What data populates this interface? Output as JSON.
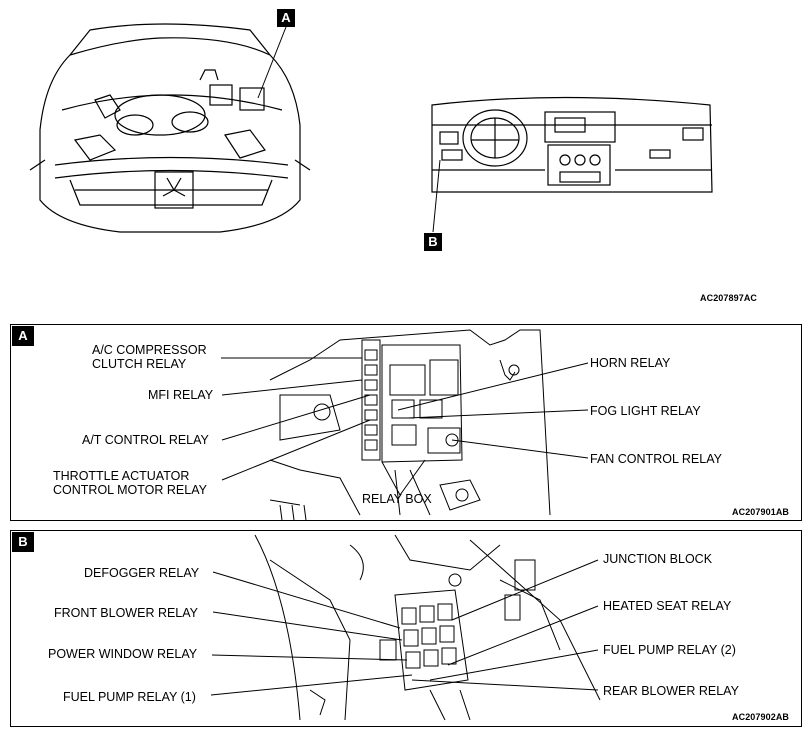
{
  "top": {
    "engine_badge": "A",
    "dash_badge": "B",
    "figure_code": "AC207897AC"
  },
  "panel_a": {
    "badge": "A",
    "figure_code": "AC207901AB",
    "labels": {
      "ac_compressor": [
        "A/C COMPRESSOR",
        "CLUTCH RELAY"
      ],
      "mfi": "MFI RELAY",
      "at_control": "A/T CONTROL RELAY",
      "throttle": [
        "THROTTLE ACTUATOR",
        "CONTROL MOTOR RELAY"
      ],
      "relay_box": "RELAY BOX",
      "horn": "HORN RELAY",
      "fog_light": "FOG LIGHT RELAY",
      "fan_control": "FAN CONTROL RELAY"
    }
  },
  "panel_b": {
    "badge": "B",
    "figure_code": "AC207902AB",
    "labels": {
      "defogger": "DEFOGGER RELAY",
      "front_blower": "FRONT BLOWER RELAY",
      "power_window": "POWER WINDOW RELAY",
      "fuel_pump_1": "FUEL PUMP RELAY (1)",
      "junction_block": "JUNCTION BLOCK",
      "heated_seat": "HEATED SEAT RELAY",
      "fuel_pump_2": "FUEL PUMP RELAY (2)",
      "rear_blower": "REAR BLOWER RELAY"
    }
  }
}
